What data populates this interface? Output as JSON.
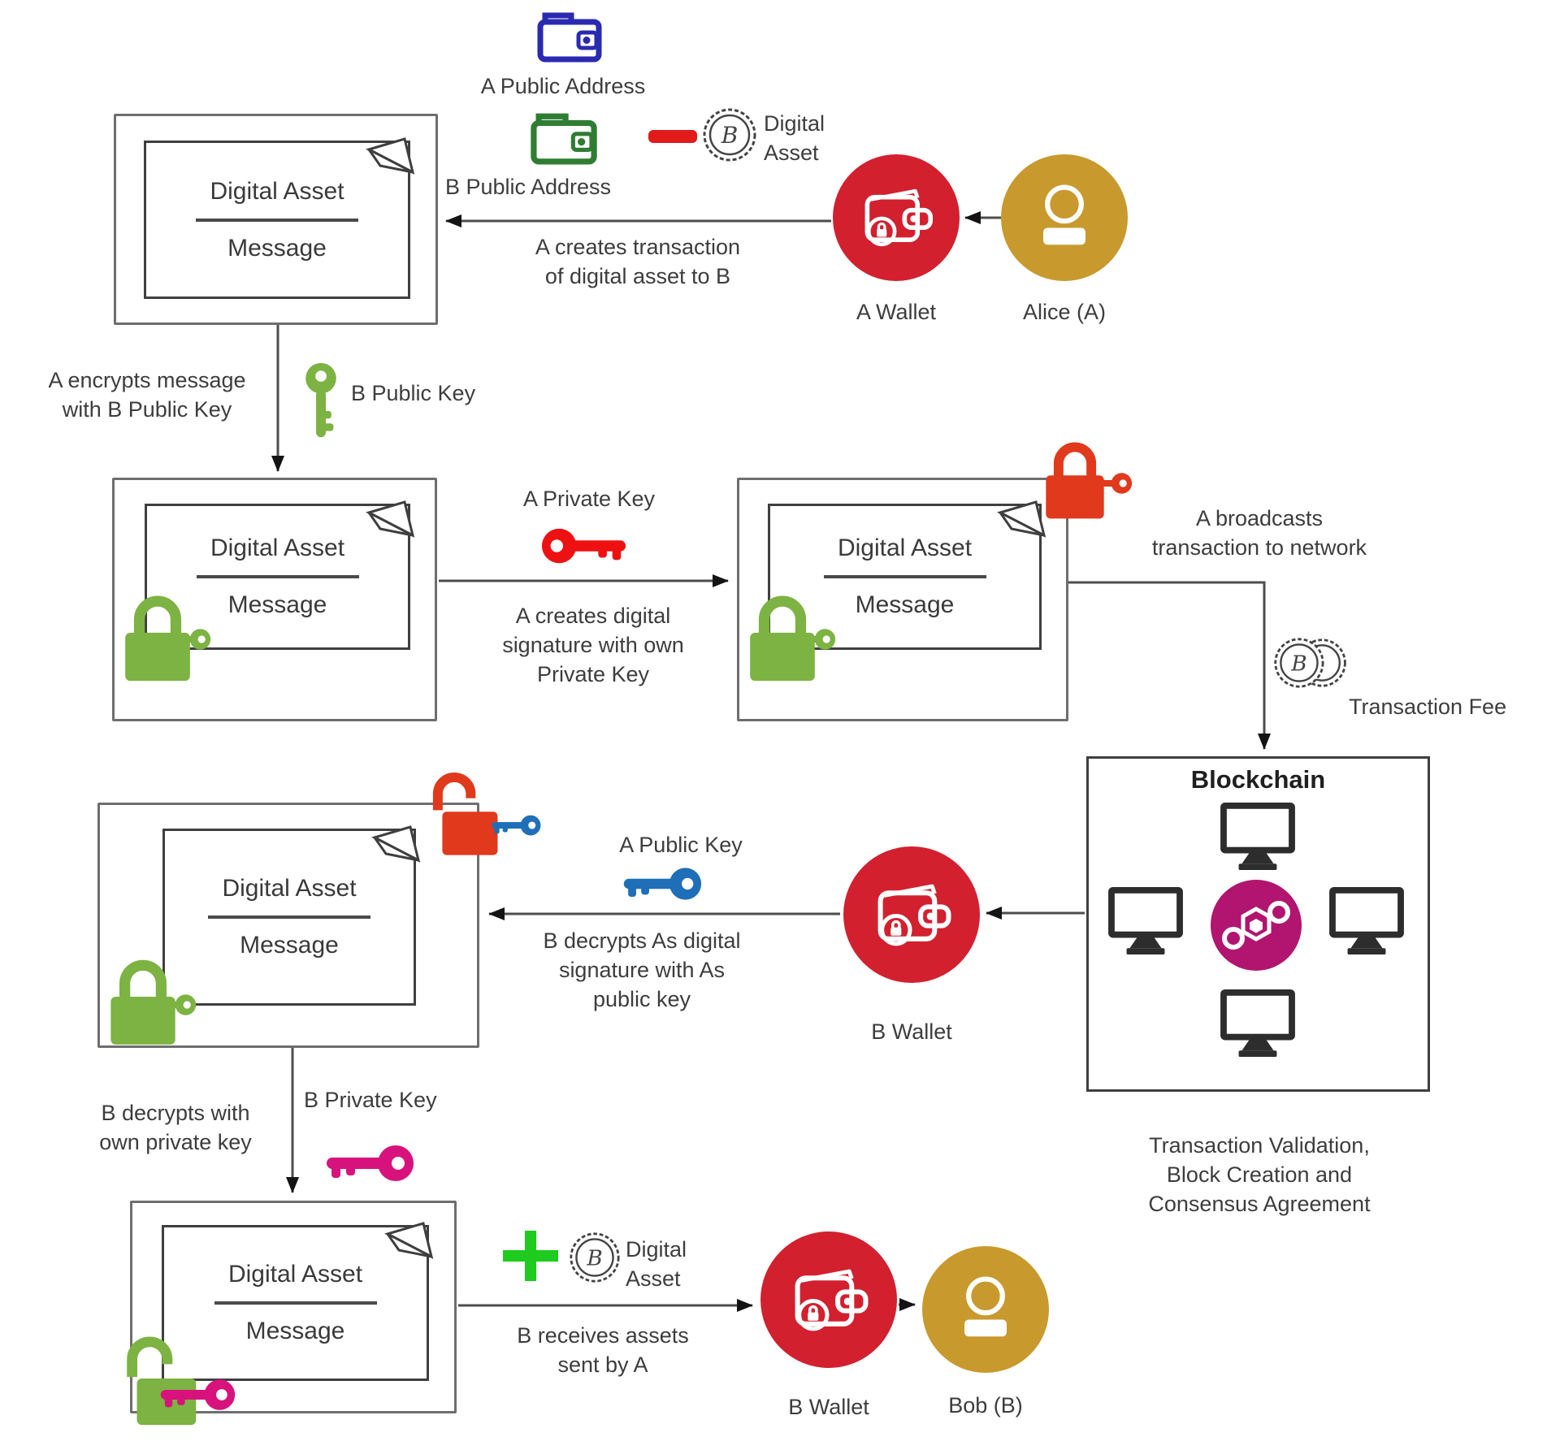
{
  "colors": {
    "wallet_circle_red": "#d2202f",
    "person_circle_gold": "#c8992d",
    "padlock_key_green": "#7cb342",
    "plus_bright_green": "#1ecb1e",
    "a_private_key_red": "#ee1111",
    "orange_padlock": "#e0391c",
    "a_public_key_blue": "#1e6fb8",
    "b_private_key_pink": "#d8127c",
    "a_address_wallet_blue": "#2a2ab0",
    "b_address_wallet_green": "#2f7d32",
    "minus_red": "#e11a1a",
    "network_node_magenta": "#b1156f",
    "monitor_dark": "#2d2d2d"
  },
  "legend": {
    "a_public_address": "A Public Address",
    "b_public_address": "B Public Address",
    "digital_asset_top": "Digital\nAsset",
    "digital_asset_bottom": "Digital\nAsset"
  },
  "actors": {
    "a_wallet": "A Wallet",
    "alice": "Alice (A)",
    "b_wallet_mid": "B Wallet",
    "b_wallet_bottom": "B Wallet",
    "bob": "Bob (B)"
  },
  "doc_boxes": [
    {
      "title": "Digital Asset",
      "subtitle": "Message"
    },
    {
      "title": "Digital Asset",
      "subtitle": "Message"
    },
    {
      "title": "Digital Asset",
      "subtitle": "Message"
    },
    {
      "title": "Digital Asset",
      "subtitle": "Message"
    },
    {
      "title": "Digital Asset",
      "subtitle": "Message"
    }
  ],
  "blockchain": {
    "title": "Blockchain",
    "caption": "Transaction Validation,\nBlock Creation and\nConsensus Agreement"
  },
  "edges": {
    "create_tx": "A creates transaction\nof digital asset to B",
    "encrypt": "A encrypts message\nwith B Public Key",
    "b_public_key": "B Public Key",
    "a_private_key": "A Private Key",
    "sign": "A creates digital\nsignature with own\nPrivate Key",
    "broadcast": "A broadcasts\ntransaction to network",
    "fee": "Transaction Fee",
    "a_public_key": "A Public Key",
    "verify": "B decrypts As digital\nsignature with As\npublic key",
    "decrypt_own": "B decrypts with\nown private key",
    "b_private_key": "B Private Key",
    "receive": "B receives assets\nsent by A"
  }
}
